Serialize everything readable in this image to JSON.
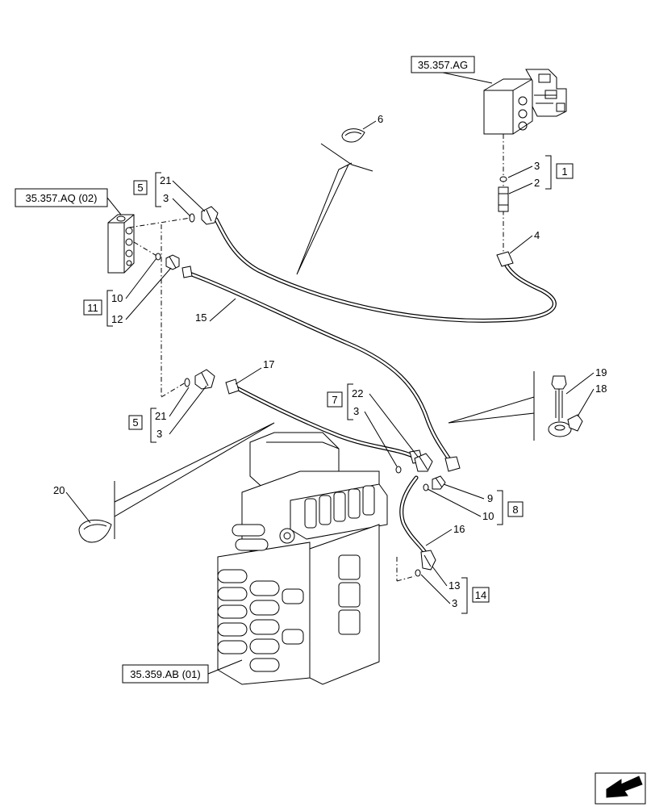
{
  "references": {
    "ref_35357AG": "35.357.AG",
    "ref_35357AQ": "35.357.AQ (02)",
    "ref_35359AB": "35.359.AB (01)"
  },
  "group_boxes": {
    "g1": "1",
    "g5a": "5",
    "g5b": "5",
    "g7": "7",
    "g8": "8",
    "g11": "11",
    "g14": "14"
  },
  "callouts": {
    "c6": "6",
    "c3_top": "3",
    "c2": "2",
    "c4": "4",
    "c21_top": "21",
    "c3_left_top": "3",
    "c10_left": "10",
    "c12": "12",
    "c15": "15",
    "c17": "17",
    "c21_mid": "21",
    "c3_mid": "3",
    "c19": "19",
    "c18": "18",
    "c22": "22",
    "c3_center": "3",
    "c9": "9",
    "c10_right": "10",
    "c20": "20",
    "c16": "16",
    "c13": "13",
    "c3_bottom": "3"
  },
  "icons": {
    "nav": "next-page-arrow-icon"
  }
}
